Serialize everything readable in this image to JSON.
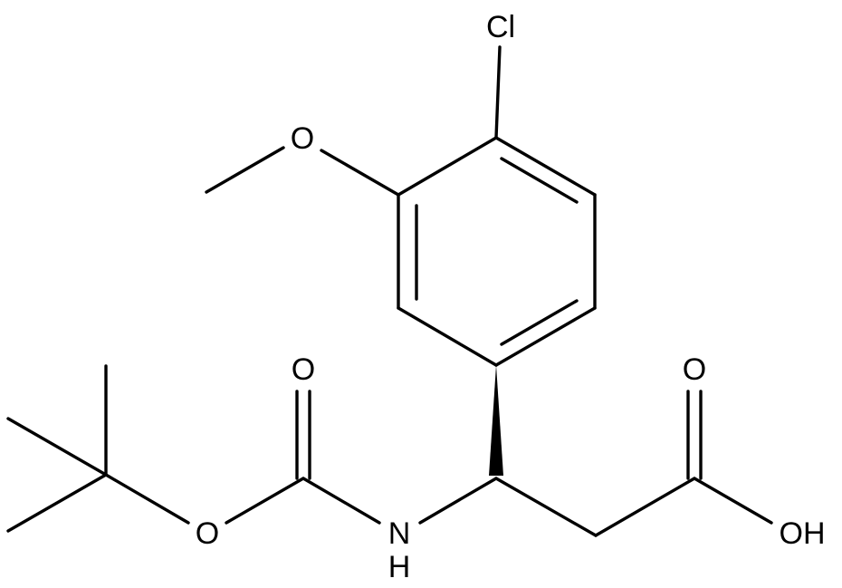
{
  "molecule": {
    "atoms": {
      "cl": "Cl",
      "o_methoxy": "O",
      "o_carbamate_carbonyl": "O",
      "o_carbamate_ester": "O",
      "n_amide": "N",
      "h_amide": "H",
      "o_acid_carbonyl": "O",
      "oh_acid": "OH"
    },
    "stereo": "wedge",
    "colors": {
      "ink": "#000000",
      "background": "#ffffff"
    }
  }
}
